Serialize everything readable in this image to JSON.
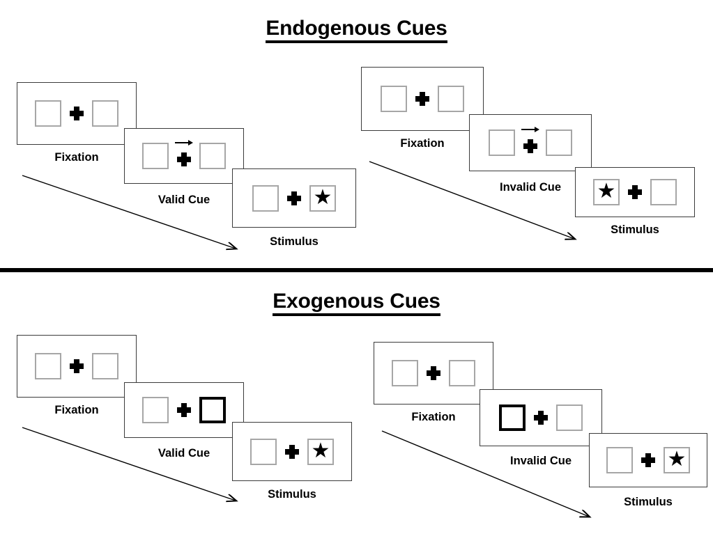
{
  "figure": {
    "title_endogenous": "Endogenous Cues",
    "title_exogenous": "Exogenous Cues"
  },
  "labels": {
    "fixation": "Fixation",
    "valid_cue": "Valid Cue",
    "invalid_cue": "Invalid Cue",
    "stimulus": "Stimulus"
  },
  "glyphs": {
    "star": "★",
    "plus": "plus-fixation-cross",
    "arrow_right": "→",
    "flow_arrow": "diagonal-progression-arrow"
  },
  "colors": {
    "ink": "#000000",
    "frame_border": "#3a3a3a",
    "box_border": "#a6a6a6",
    "cued_box_border": "#000000",
    "background": "#ffffff"
  },
  "sections": [
    {
      "id": "endogenous",
      "title": "Endogenous Cues",
      "cue_type": "central arrow cue",
      "sequences": [
        {
          "id": "endogenous-valid",
          "condition": "valid",
          "condition_label": "Valid Cue",
          "frames": [
            {
              "label": "Fixation",
              "left_box": {
                "cued": false,
                "star": false
              },
              "right_box": {
                "cued": false,
                "star": false
              },
              "arrow": "none"
            },
            {
              "label": "Valid Cue",
              "left_box": {
                "cued": false,
                "star": false
              },
              "right_box": {
                "cued": false,
                "star": false
              },
              "arrow": "right"
            },
            {
              "label": "Stimulus",
              "left_box": {
                "cued": false,
                "star": false
              },
              "right_box": {
                "cued": false,
                "star": true
              },
              "arrow": "none"
            }
          ]
        },
        {
          "id": "endogenous-invalid",
          "condition": "invalid",
          "condition_label": "Invalid Cue",
          "frames": [
            {
              "label": "Fixation",
              "left_box": {
                "cued": false,
                "star": false
              },
              "right_box": {
                "cued": false,
                "star": false
              },
              "arrow": "none"
            },
            {
              "label": "Invalid Cue",
              "left_box": {
                "cued": false,
                "star": false
              },
              "right_box": {
                "cued": false,
                "star": false
              },
              "arrow": "right"
            },
            {
              "label": "Stimulus",
              "left_box": {
                "cued": false,
                "star": true
              },
              "right_box": {
                "cued": false,
                "star": false
              },
              "arrow": "none"
            }
          ]
        }
      ]
    },
    {
      "id": "exogenous",
      "title": "Exogenous Cues",
      "cue_type": "peripheral box-highlight cue",
      "sequences": [
        {
          "id": "exogenous-valid",
          "condition": "valid",
          "condition_label": "Valid Cue",
          "frames": [
            {
              "label": "Fixation",
              "left_box": {
                "cued": false,
                "star": false
              },
              "right_box": {
                "cued": false,
                "star": false
              },
              "arrow": "none"
            },
            {
              "label": "Valid Cue",
              "left_box": {
                "cued": false,
                "star": false
              },
              "right_box": {
                "cued": true,
                "star": false
              },
              "arrow": "none"
            },
            {
              "label": "Stimulus",
              "left_box": {
                "cued": false,
                "star": false
              },
              "right_box": {
                "cued": false,
                "star": true
              },
              "arrow": "none"
            }
          ]
        },
        {
          "id": "exogenous-invalid",
          "condition": "invalid",
          "condition_label": "Invalid Cue",
          "frames": [
            {
              "label": "Fixation",
              "left_box": {
                "cued": false,
                "star": false
              },
              "right_box": {
                "cued": false,
                "star": false
              },
              "arrow": "none"
            },
            {
              "label": "Invalid Cue",
              "left_box": {
                "cued": true,
                "star": false
              },
              "right_box": {
                "cued": false,
                "star": false
              },
              "arrow": "none"
            },
            {
              "label": "Stimulus",
              "left_box": {
                "cued": false,
                "star": false
              },
              "right_box": {
                "cued": false,
                "star": true
              },
              "arrow": "none"
            }
          ]
        }
      ]
    }
  ]
}
